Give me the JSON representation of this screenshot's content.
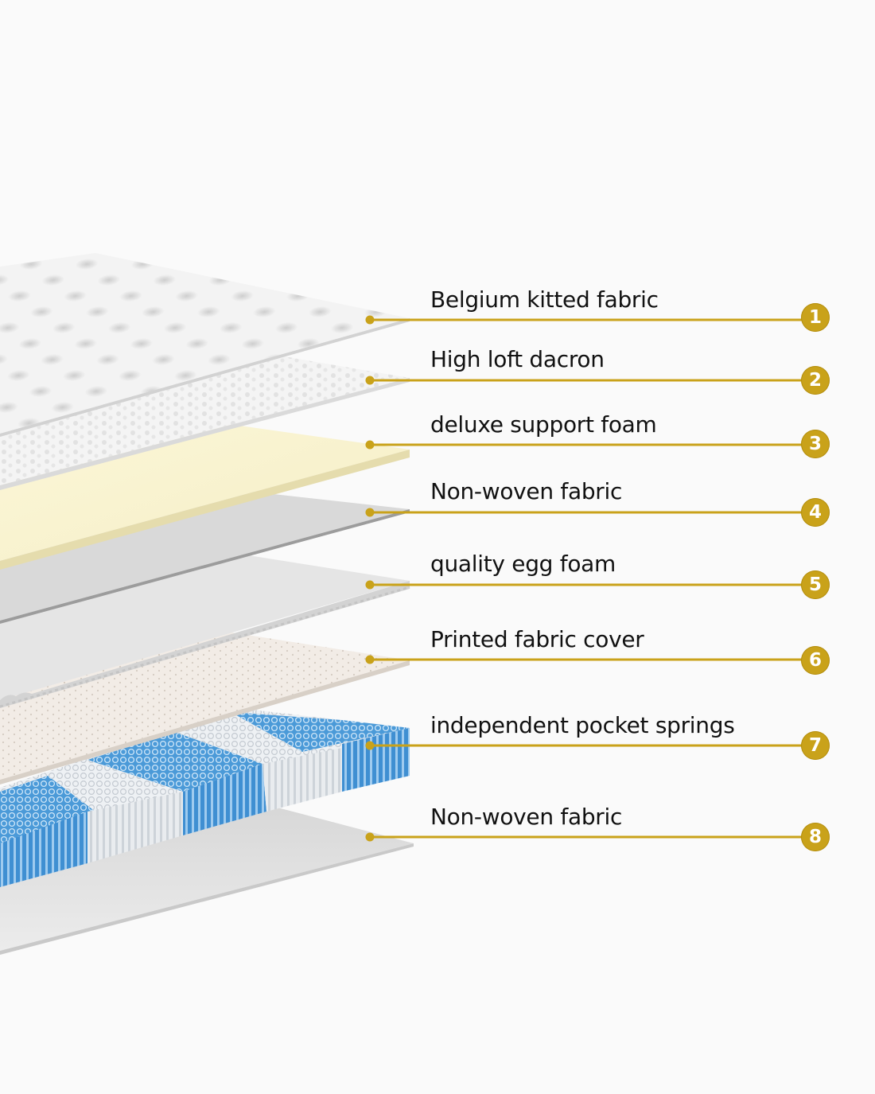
{
  "accent_color": "#c9a21a",
  "layers": [
    {
      "number": "1",
      "label": "Belgium kitted fabric"
    },
    {
      "number": "2",
      "label": "High loft dacron"
    },
    {
      "number": "3",
      "label": "deluxe support foam"
    },
    {
      "number": "4",
      "label": "Non-woven fabric"
    },
    {
      "number": "5",
      "label": "quality egg foam"
    },
    {
      "number": "6",
      "label": "Printed fabric cover"
    },
    {
      "number": "7",
      "label": "independent pocket springs"
    },
    {
      "number": "8",
      "label": "Non-woven fabric"
    }
  ]
}
